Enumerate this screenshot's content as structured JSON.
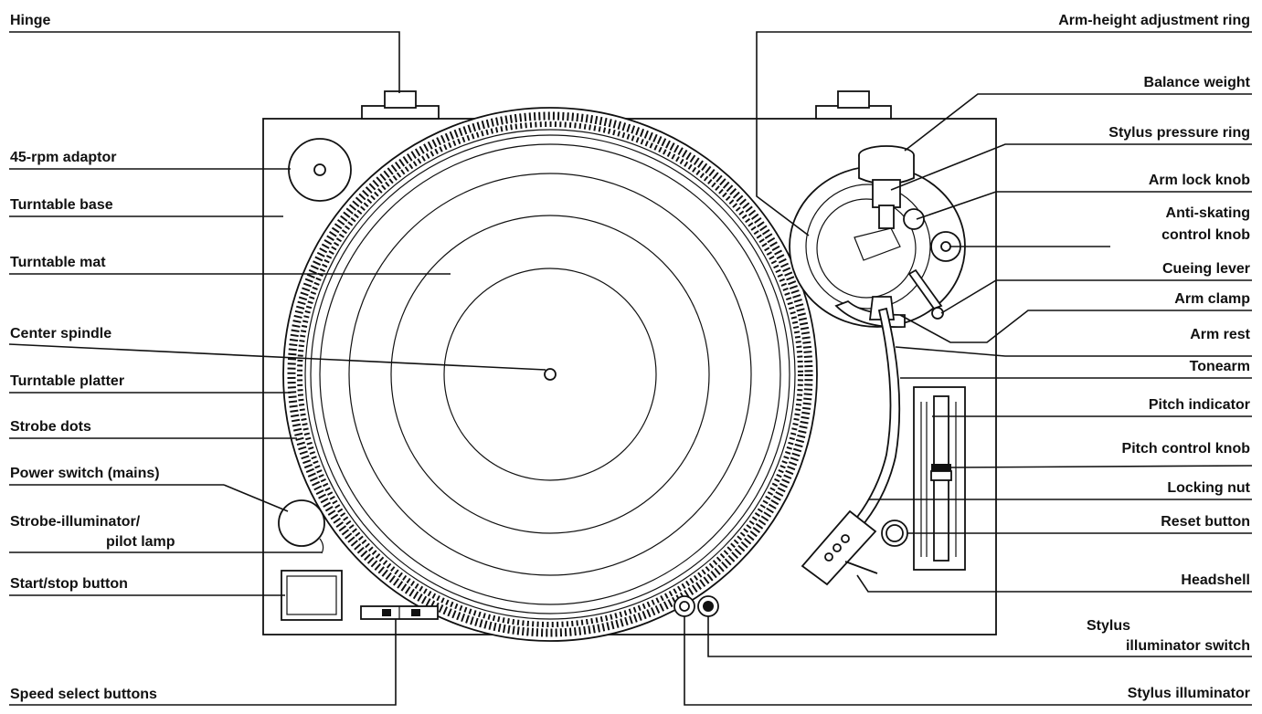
{
  "labels": {
    "hinge": "Hinge",
    "adaptor_45": "45-rpm adaptor",
    "turntable_base": "Turntable base",
    "turntable_mat": "Turntable mat",
    "center_spindle": "Center spindle",
    "turntable_platter": "Turntable platter",
    "strobe_dots": "Strobe dots",
    "power_switch": "Power switch (mains)",
    "strobe_illuminator_1": "Strobe-illuminator/",
    "strobe_illuminator_2": "pilot lamp",
    "start_stop": "Start/stop button",
    "speed_select": "Speed select buttons",
    "arm_height": "Arm-height adjustment ring",
    "balance_weight": "Balance weight",
    "stylus_pressure": "Stylus pressure ring",
    "arm_lock": "Arm lock knob",
    "anti_skating_1": "Anti-skating",
    "anti_skating_2": "control knob",
    "cueing_lever": "Cueing lever",
    "arm_clamp": "Arm clamp",
    "arm_rest": "Arm rest",
    "tonearm": "Tonearm",
    "pitch_indicator": "Pitch indicator",
    "pitch_control": "Pitch control knob",
    "locking_nut": "Locking nut",
    "reset_button": "Reset button",
    "headshell": "Headshell",
    "stylus_switch_1": "Stylus",
    "stylus_switch_2": "illuminator switch",
    "stylus_illuminator": "Stylus illuminator"
  }
}
